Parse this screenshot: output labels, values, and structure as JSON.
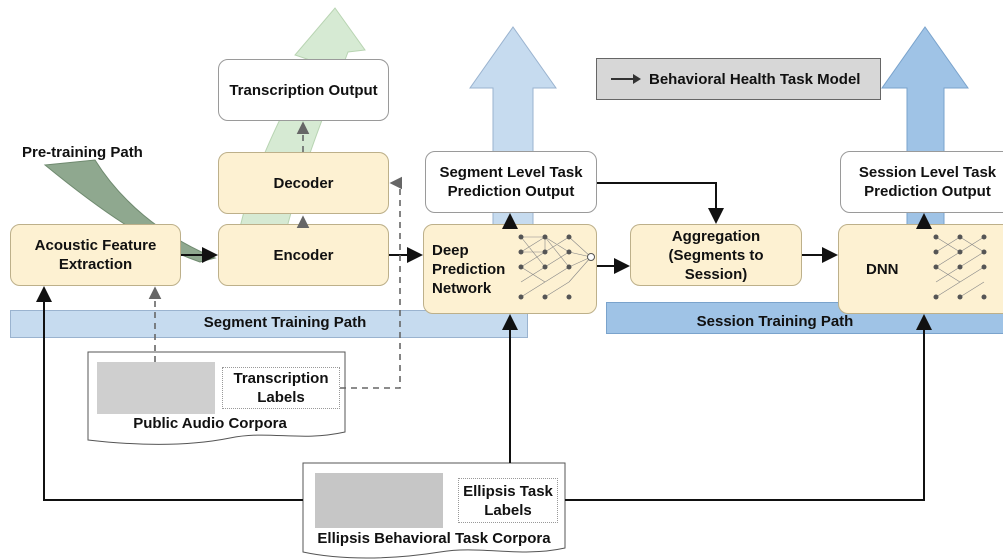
{
  "diagram": {
    "legend": {
      "arrow_label": "Behavioral Health Task Model"
    },
    "pretraining_label": "Pre-training Path",
    "bands": {
      "segment": "Segment Training Path",
      "session": "Session Training Path"
    },
    "boxes": {
      "transcription_output": "Transcription Output",
      "decoder": "Decoder",
      "acoustic": "Acoustic Feature Extraction",
      "encoder": "Encoder",
      "deep_prediction": "Deep Prediction Network",
      "segment_output": "Segment Level Task Prediction Output",
      "aggregation": "Aggregation (Segments to Session)",
      "dnn": "DNN",
      "session_output": "Session Level Task Prediction Output"
    },
    "corpora": {
      "public": {
        "name": "Public Audio Corpora",
        "labels": "Transcription Labels"
      },
      "ellipsis": {
        "name": "Ellipsis Behavioral Task Corpora",
        "labels": "Ellipsis Task Labels"
      }
    },
    "colors": {
      "box_fill": "#fdf1d2",
      "segment_band": "#c6dbef",
      "session_band": "#9fc3e6",
      "pretraining_arrow": "#8fa88f",
      "decoder_arrow": "#d6ead3",
      "legend_fill": "#d7d7d7"
    }
  }
}
